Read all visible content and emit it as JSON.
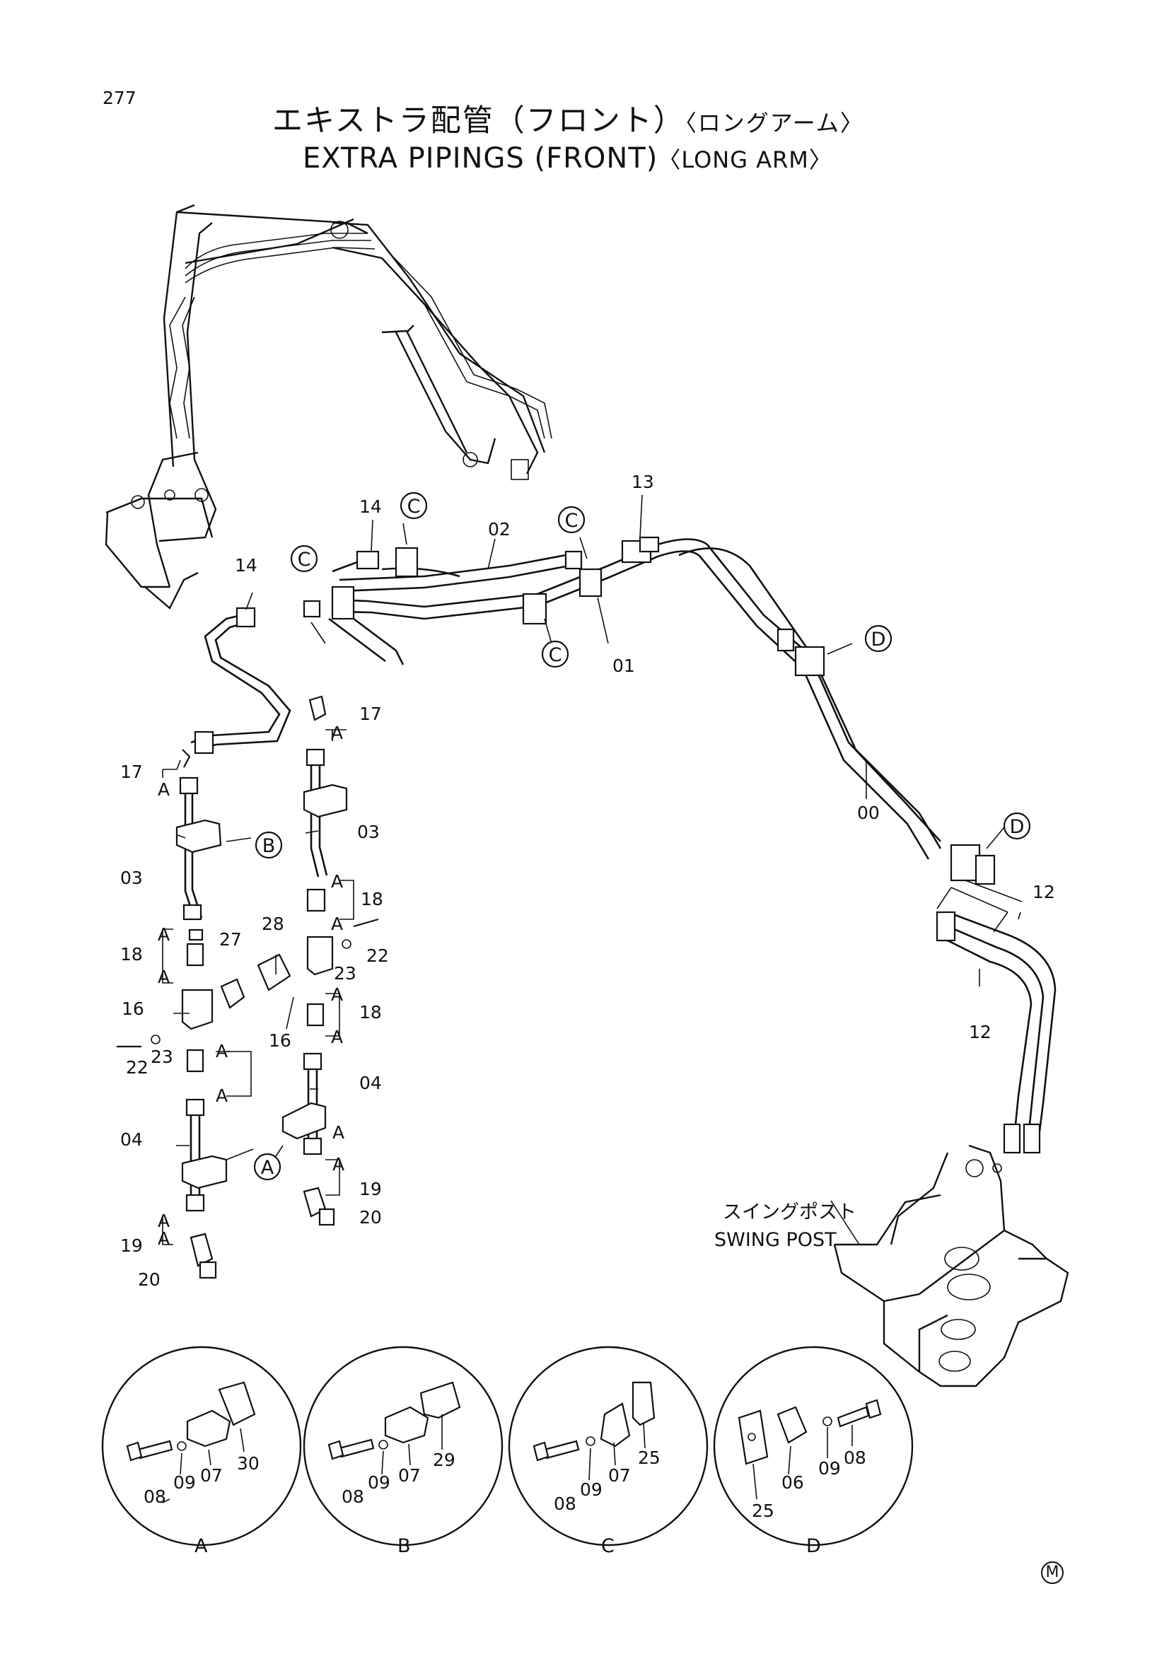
{
  "page_number": "277",
  "title_jp": "エキストラ配管（フロント）",
  "title_jp_sub": "〈ロングアーム〉",
  "title_en": "EXTRA PIPINGS (FRONT)",
  "title_en_sub": "〈LONG ARM〉",
  "swing_post_jp": "スイングポスト",
  "swing_post_en": "SWING POST",
  "mark": "M",
  "callouts": [
    {
      "id": "C",
      "kind": "circle"
    },
    {
      "id": "C",
      "kind": "circle"
    },
    {
      "id": "C",
      "kind": "circle"
    },
    {
      "id": "C",
      "kind": "circle"
    },
    {
      "id": "D",
      "kind": "circle"
    },
    {
      "id": "D",
      "kind": "circle"
    },
    {
      "id": "B",
      "kind": "circle"
    },
    {
      "id": "A",
      "kind": "circle"
    },
    {
      "id": "A",
      "kind": "circle"
    }
  ],
  "part_labels": [
    {
      "text": "14"
    },
    {
      "text": "02"
    },
    {
      "text": "13"
    },
    {
      "text": "14"
    },
    {
      "text": "01"
    },
    {
      "text": "17"
    },
    {
      "text": "17"
    },
    {
      "text": "03"
    },
    {
      "text": "03"
    },
    {
      "text": "00"
    },
    {
      "text": "18"
    },
    {
      "text": "22"
    },
    {
      "text": "28"
    },
    {
      "text": "23"
    },
    {
      "text": "18"
    },
    {
      "text": "27"
    },
    {
      "text": "16"
    },
    {
      "text": "16"
    },
    {
      "text": "18"
    },
    {
      "text": "22"
    },
    {
      "text": "23"
    },
    {
      "text": "04"
    },
    {
      "text": "04"
    },
    {
      "text": "19"
    },
    {
      "text": "20"
    },
    {
      "text": "19"
    },
    {
      "text": "20"
    },
    {
      "text": "12"
    },
    {
      "text": "12"
    }
  ],
  "a_labels": [
    "A",
    "A",
    "A",
    "A",
    "A",
    "A",
    "A",
    "A",
    "A",
    "A",
    "A",
    "A",
    "A",
    "A"
  ],
  "details": [
    {
      "letter": "A",
      "parts": [
        "08",
        "09",
        "07",
        "30"
      ]
    },
    {
      "letter": "B",
      "parts": [
        "08",
        "09",
        "07",
        "29"
      ]
    },
    {
      "letter": "C",
      "parts": [
        "08",
        "09",
        "07",
        "25"
      ]
    },
    {
      "letter": "D",
      "parts": [
        "25",
        "06",
        "09",
        "08"
      ]
    }
  ]
}
